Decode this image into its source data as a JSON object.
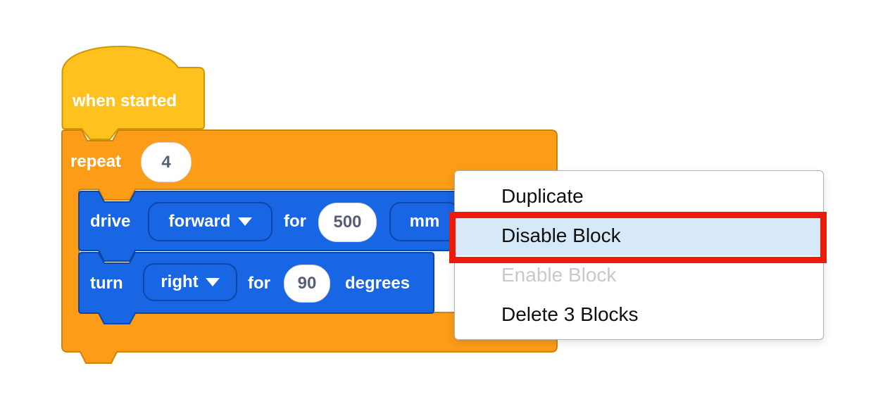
{
  "blocks": {
    "hat": {
      "label": "when started"
    },
    "repeat": {
      "label": "repeat",
      "count": "4"
    },
    "drive": {
      "label": "drive",
      "direction": "forward",
      "for_label": "for",
      "value": "500",
      "unit": "mm"
    },
    "turn": {
      "label": "turn",
      "direction": "right",
      "for_label": "for",
      "value": "90",
      "unit": "degrees"
    }
  },
  "context_menu": {
    "items": [
      {
        "label": "Duplicate",
        "state": "normal"
      },
      {
        "label": "Disable Block",
        "state": "highlighted"
      },
      {
        "label": "Enable Block",
        "state": "disabled"
      },
      {
        "label": "Delete 3 Blocks",
        "state": "normal"
      }
    ]
  },
  "colors": {
    "hat_yellow": "#FFC11E",
    "control_orange": "#FC9C17",
    "drivetrain_blue": "#1866E3",
    "menu_highlight": "#D7E8F8",
    "annotation_red": "#ED1B07",
    "disabled_text": "#C9C9C9",
    "input_text": "#575E75"
  }
}
